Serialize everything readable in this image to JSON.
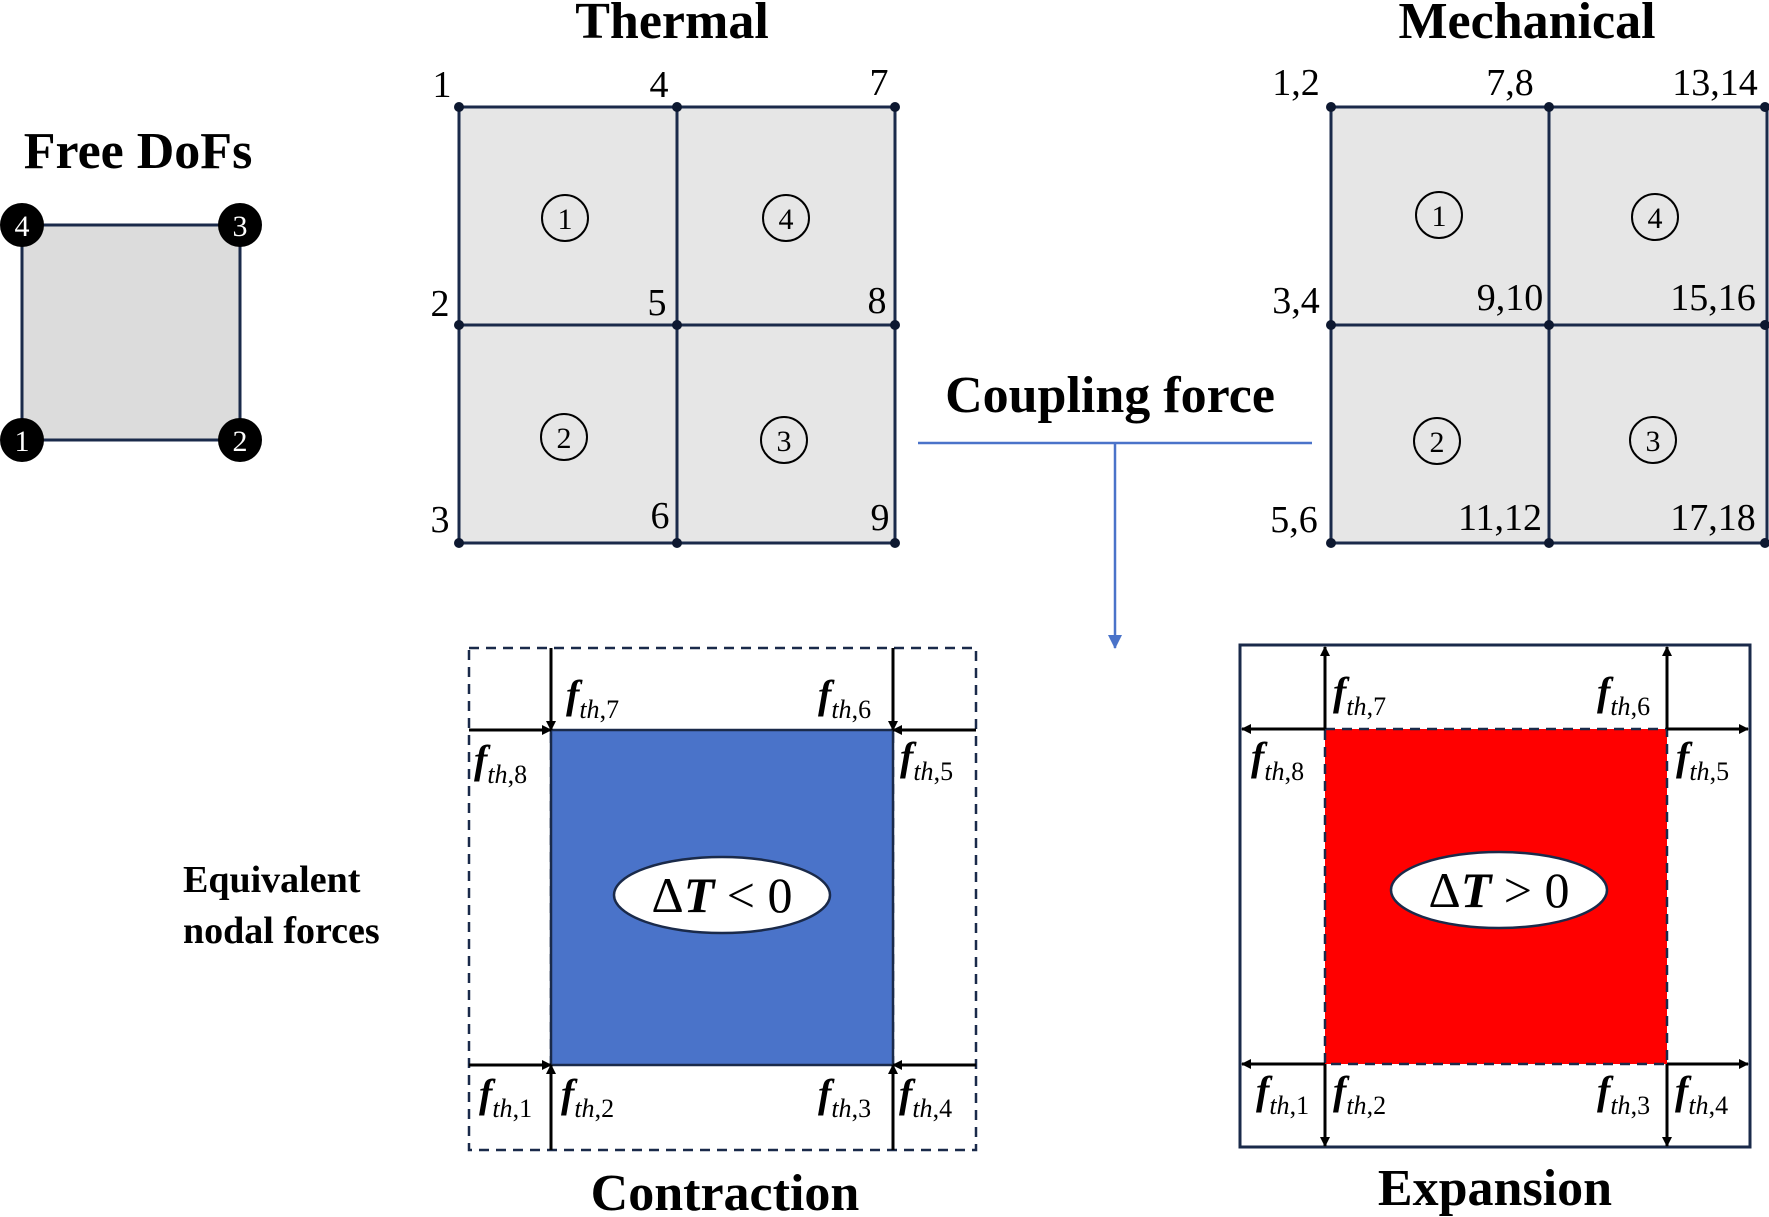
{
  "free_dofs": {
    "title": "Free DoFs",
    "nodes": [
      "1",
      "2",
      "3",
      "4"
    ]
  },
  "thermal": {
    "title": "Thermal",
    "node_labels": [
      "1",
      "2",
      "3",
      "4",
      "5",
      "6",
      "7",
      "8",
      "9"
    ],
    "element_labels": [
      "1",
      "2",
      "3",
      "4"
    ]
  },
  "mechanical": {
    "title": "Mechanical",
    "node_labels": [
      "1,2",
      "3,4",
      "5,6",
      "7,8",
      "9,10",
      "11,12",
      "13,14",
      "15,16",
      "17,18"
    ],
    "element_labels": [
      "1",
      "2",
      "3",
      "4"
    ]
  },
  "coupling": {
    "label": "Coupling force"
  },
  "equivalent": {
    "line1": "Equivalent",
    "line2": "nodal forces"
  },
  "force_symbol": {
    "f": "f",
    "th": "th",
    "sep": ","
  },
  "forces": [
    "1",
    "2",
    "3",
    "4",
    "5",
    "6",
    "7",
    "8"
  ],
  "contraction": {
    "caption": "Contraction",
    "delta": "Δ",
    "T": "T",
    "relation": " < 0",
    "color": "#4a73c9"
  },
  "expansion": {
    "caption": "Expansion",
    "delta": "Δ",
    "T": "T",
    "relation": " > 0",
    "color": "#ff0000"
  },
  "colors": {
    "mesh_fill": "#e6e6e6",
    "mesh_line": "#1a2a4a",
    "coupling_line": "#4a73c9"
  }
}
